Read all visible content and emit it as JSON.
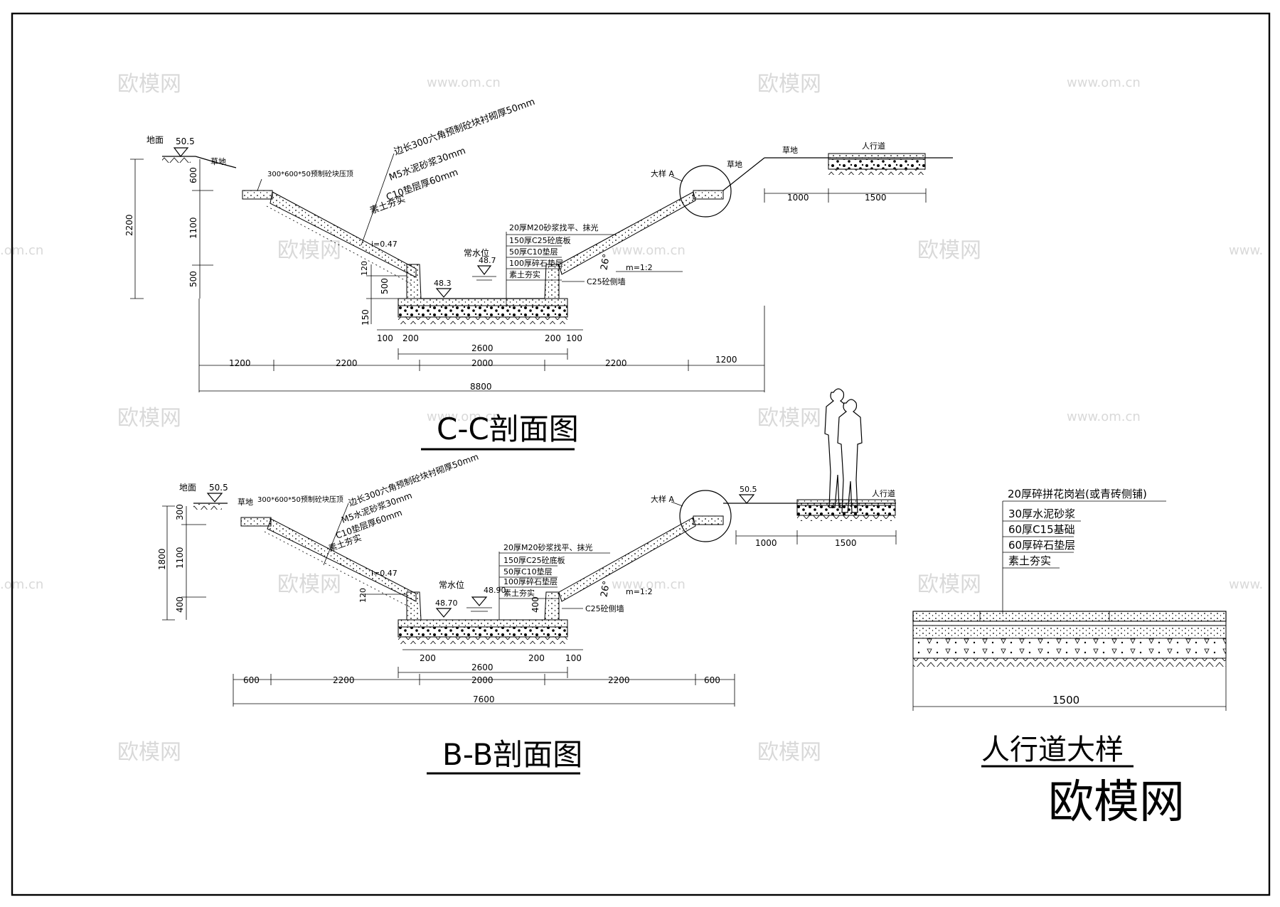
{
  "watermarks": {
    "site": "欧模网",
    "url": "www.om.cn",
    "url_short": ".om.cn",
    "url_w": "www.",
    "big": "欧模网"
  },
  "cc": {
    "title": "C-C剖面图",
    "ground": "地面",
    "ground_elev": "50.5",
    "grass_left": "草地",
    "grass_right": "草地",
    "grass_far": "草地",
    "sidewalk": "人行道",
    "coping": "300*600*50预制砼块压顶",
    "lining": [
      "边长300六角预制砼块衬砌厚50mm",
      "M5水泥砂浆30mm",
      "C10垫层厚60mm",
      "素土夯实"
    ],
    "detail_a": "大样 A",
    "slope_i": "i=0.47",
    "normal_water": "常水位",
    "water_elev": "48.7",
    "bed_elev": "48.3",
    "bed_layers": [
      "20厚M20砂浆找平、抹光",
      "150厚C25砼底板",
      "50厚C10垫层",
      "100厚碎石垫层",
      "素土夯实"
    ],
    "slope_ratio": "m=1:2",
    "angle": "26°",
    "side_wall": "C25砼侧墙",
    "vdims": [
      "600",
      "1100",
      "500"
    ],
    "vtotal": "2200",
    "wall_h": "120",
    "wall_500": "500",
    "slab_150": "150",
    "small_dims": [
      "100",
      "200",
      "200",
      "100"
    ],
    "inner_2600": "2600",
    "hdims": [
      "1200",
      "2200",
      "2000",
      "2200",
      "1200"
    ],
    "total": "8800",
    "walk_dims": [
      "1000",
      "1500"
    ]
  },
  "bb": {
    "title": "B-B剖面图",
    "ground": "地面",
    "ground_elev": "50.5",
    "ground_elev_r": "50.5",
    "grass_left": "草地",
    "coping": "300*600*50预制砼块压顶",
    "lining": [
      "边长300六角预制砼块衬砌厚50mm",
      "M5水泥砂浆30mm",
      "C10垫层厚60mm",
      "素土夯实"
    ],
    "detail_a": "大样 A",
    "sidewalk": "人行道",
    "slope_i": "i=0.47",
    "normal_water": "常水位",
    "water_elev": "48.90",
    "bed_elev": "48.70",
    "bed_layers": [
      "20厚M20砂浆找平、抹光",
      "150厚C25砼底板",
      "50厚C10垫层",
      "100厚碎石垫层",
      "素土夯实"
    ],
    "slope_ratio": "m=1:2",
    "angle": "26°",
    "side_wall": "C25砼侧墙",
    "vdims": [
      "300",
      "1100",
      "400"
    ],
    "vtotal": "1800",
    "wall_h": "120",
    "wall_400": "400",
    "small_dims": [
      "200",
      "200",
      "100"
    ],
    "inner_2600": "2600",
    "hdims": [
      "600",
      "2200",
      "2000",
      "2200",
      "600"
    ],
    "total": "7600",
    "walk_dims": [
      "1000",
      "1500"
    ]
  },
  "walk": {
    "title": "人行道大样",
    "layers": [
      "20厚碎拼花岗岩(或青砖侧铺)",
      "30厚水泥砂浆",
      "60厚C15基础",
      "60厚碎石垫层",
      "素土夯实"
    ],
    "width": "1500"
  }
}
